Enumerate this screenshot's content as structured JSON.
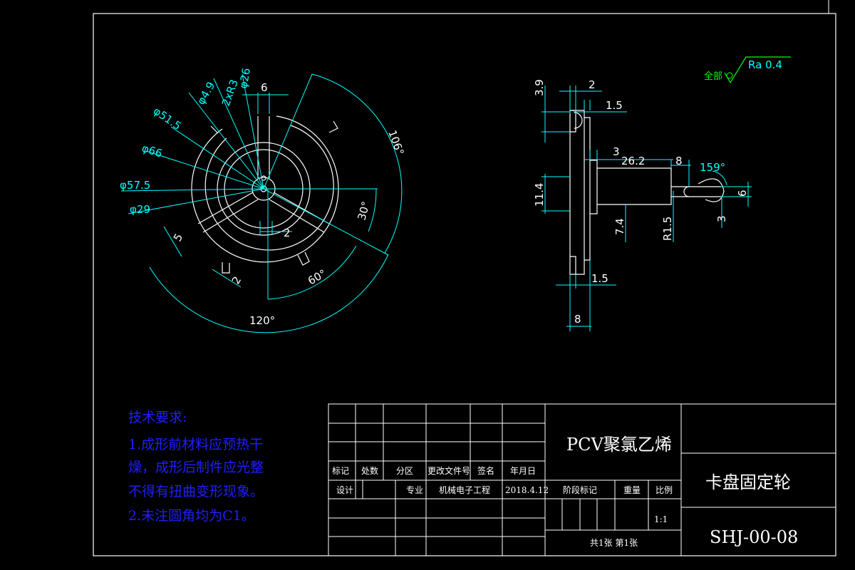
{
  "colors": {
    "background": "#000000",
    "outline": "#ffffff",
    "dimension": "#00ffff",
    "technical_text": "#1f1fff",
    "roughness": "#00ff00"
  },
  "front_view": {
    "dims": {
      "d26": "φ26",
      "r3": "2xR3",
      "d49": "φ4.9",
      "d515": "φ51.5",
      "d66": "φ66",
      "d575": "φ57.5",
      "d29": "φ29",
      "w6": "6",
      "w2_center": "2",
      "w5": "5",
      "w2_slot": "2",
      "a106": "106°",
      "a30": "30°",
      "a60": "60°",
      "a120": "120°"
    }
  },
  "side_view": {
    "dims": {
      "h39": "3.9",
      "w2": "2",
      "w15_top": "1.5",
      "w3": "3",
      "l262": "26.2",
      "w8_tip": "8",
      "a159": "159°",
      "h114": "11.4",
      "h6": "6",
      "h74": "7.4",
      "r15": "R1.5",
      "h3": "3",
      "w15_bot": "1.5",
      "w8_base": "8"
    }
  },
  "surface_finish": {
    "prefix": "全部",
    "value": "Ra 0.4"
  },
  "technical_requirements": {
    "lines": [
      "技术要求:",
      "1.成形前材料应预热干",
      "燥，成形后制件应光整",
      "不得有扭曲变形现象。",
      "2.未注圆角均为C1。"
    ]
  },
  "title_block": {
    "material": "PCV聚氯乙烯",
    "part_name": "卡盘固定轮",
    "drawing_number": "SHJ-00-08",
    "header_labels": [
      "标记",
      "处数",
      "分区",
      "更改文件号",
      "签名",
      "年月日"
    ],
    "designer_row": [
      "设计",
      "",
      "专业",
      "机械电子工程",
      "2018.4.12"
    ],
    "stage_label": "阶段标记",
    "weight_label": "重量",
    "scale_label": "比例",
    "scale_value": "1:1",
    "sheets": "共1张 第1张"
  }
}
